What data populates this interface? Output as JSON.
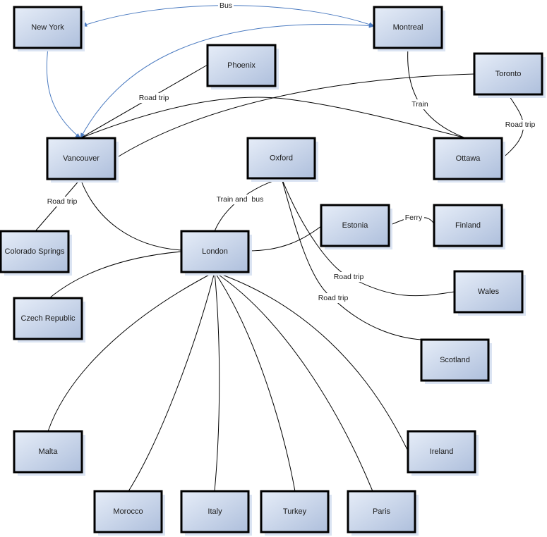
{
  "diagram": {
    "type": "travel-network",
    "colors": {
      "box_fill_light": "#e6edf8",
      "box_fill_dark": "#aebfdc",
      "box_border": "#000000",
      "box_shadow": "#dbe4f3",
      "edge_default": "#000000",
      "edge_directed": "#4a7ac0"
    },
    "nodes": [
      {
        "id": "new-york",
        "label": "New York"
      },
      {
        "id": "montreal",
        "label": "Montreal"
      },
      {
        "id": "phoenix",
        "label": "Phoenix"
      },
      {
        "id": "toronto",
        "label": "Toronto"
      },
      {
        "id": "vancouver",
        "label": "Vancouver"
      },
      {
        "id": "oxford",
        "label": "Oxford"
      },
      {
        "id": "ottawa",
        "label": "Ottawa"
      },
      {
        "id": "colorado-springs",
        "label": "Colorado Springs"
      },
      {
        "id": "london",
        "label": "London"
      },
      {
        "id": "estonia",
        "label": "Estonia"
      },
      {
        "id": "finland",
        "label": "Finland"
      },
      {
        "id": "wales",
        "label": "Wales"
      },
      {
        "id": "czech-republic",
        "label": "Czech Republic"
      },
      {
        "id": "scotland",
        "label": "Scotland"
      },
      {
        "id": "malta",
        "label": "Malta"
      },
      {
        "id": "ireland",
        "label": "Ireland"
      },
      {
        "id": "morocco",
        "label": "Morocco"
      },
      {
        "id": "italy",
        "label": "Italy"
      },
      {
        "id": "turkey",
        "label": "Turkey"
      },
      {
        "id": "paris",
        "label": "Paris"
      }
    ],
    "edges": [
      {
        "id": "montreal-newyork",
        "from": "montreal",
        "to": "new-york",
        "label": "Bus",
        "directed": true,
        "bidirectional": true
      },
      {
        "id": "newyork-vancouver",
        "from": "new-york",
        "to": "vancouver",
        "label": "",
        "directed": true
      },
      {
        "id": "vancouver-montreal",
        "from": "vancouver",
        "to": "montreal",
        "label": "",
        "directed": true,
        "bidirectional": true
      },
      {
        "id": "vancouver-phoenix",
        "from": "vancouver",
        "to": "phoenix",
        "label": "Road trip",
        "directed": false
      },
      {
        "id": "vancouver-ottawa",
        "from": "vancouver",
        "to": "ottawa",
        "label": "",
        "directed": false
      },
      {
        "id": "vancouver-toronto",
        "from": "vancouver",
        "to": "toronto",
        "label": "",
        "directed": false
      },
      {
        "id": "montreal-ottawa",
        "from": "montreal",
        "to": "ottawa",
        "label": "Train",
        "directed": false
      },
      {
        "id": "toronto-ottawa",
        "from": "toronto",
        "to": "ottawa",
        "label": "Road trip",
        "directed": false
      },
      {
        "id": "vancouver-colorado",
        "from": "vancouver",
        "to": "colorado-springs",
        "label": "Road trip",
        "directed": false
      },
      {
        "id": "vancouver-london",
        "from": "vancouver",
        "to": "london",
        "label": "",
        "directed": false
      },
      {
        "id": "london-oxford",
        "from": "london",
        "to": "oxford",
        "label": "Train and  bus",
        "directed": false
      },
      {
        "id": "london-estonia",
        "from": "london",
        "to": "estonia",
        "label": "",
        "directed": false
      },
      {
        "id": "estonia-finland",
        "from": "estonia",
        "to": "finland",
        "label": "Ferry",
        "directed": false
      },
      {
        "id": "oxford-wales",
        "from": "oxford",
        "to": "wales",
        "label": "Road trip",
        "directed": false
      },
      {
        "id": "oxford-scotland",
        "from": "oxford",
        "to": "scotland",
        "label": "Road trip",
        "directed": false
      },
      {
        "id": "london-czech",
        "from": "london",
        "to": "czech-republic",
        "label": "",
        "directed": false
      },
      {
        "id": "london-malta",
        "from": "london",
        "to": "malta",
        "label": "",
        "directed": false
      },
      {
        "id": "london-morocco",
        "from": "london",
        "to": "morocco",
        "label": "",
        "directed": false
      },
      {
        "id": "london-italy",
        "from": "london",
        "to": "italy",
        "label": "",
        "directed": false
      },
      {
        "id": "london-turkey",
        "from": "london",
        "to": "turkey",
        "label": "",
        "directed": false
      },
      {
        "id": "london-paris",
        "from": "london",
        "to": "paris",
        "label": "",
        "directed": false
      },
      {
        "id": "london-ireland",
        "from": "london",
        "to": "ireland",
        "label": "",
        "directed": false
      }
    ]
  }
}
